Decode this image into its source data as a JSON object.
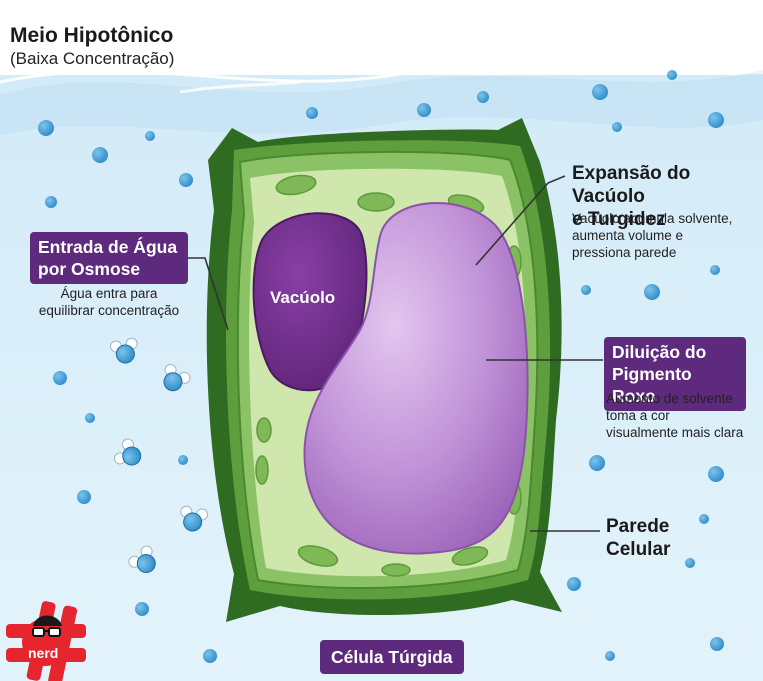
{
  "medium": {
    "title": "Meio Hipotônico",
    "subtitle": "(Baixa Concentração)"
  },
  "water_entry": {
    "title_line1": "Entrada de Água",
    "title_line2": "por Osmose",
    "desc_line1": "Água entra para",
    "desc_line2": "equilibrar concentração"
  },
  "vacuole_label": "Vacúolo",
  "expansion": {
    "title_line1": "Expansão do Vacúolo",
    "title_line2": "e Turgidez",
    "desc_line1": "Vacúolo acumula solvente,",
    "desc_line2": "aumenta volume e",
    "desc_line3": "pressiona parede"
  },
  "dilution": {
    "title_line1": "Diluição do",
    "title_line2": "Pigmento Roxo",
    "desc_line1": "Aumento de solvente",
    "desc_line2": "toma a cor",
    "desc_line3": "visualmente mais clara"
  },
  "cell_wall": {
    "line1": "Parede",
    "line2": "Celular"
  },
  "cell_state": "Célula Túrgida",
  "logo_text": "nerd",
  "colors": {
    "water_bg": "#dbeef9",
    "cell_wall": "#4a8a2e",
    "cytoplasm": "#cfe6ad",
    "vacuole_dark": "#6b2d86",
    "vacuole_light": "#b784cf",
    "tag_bg": "#5e2a7e",
    "logo_red": "#e6262f"
  },
  "icons": [
    "water-molecule-icon",
    "nerd-logo-icon"
  ]
}
